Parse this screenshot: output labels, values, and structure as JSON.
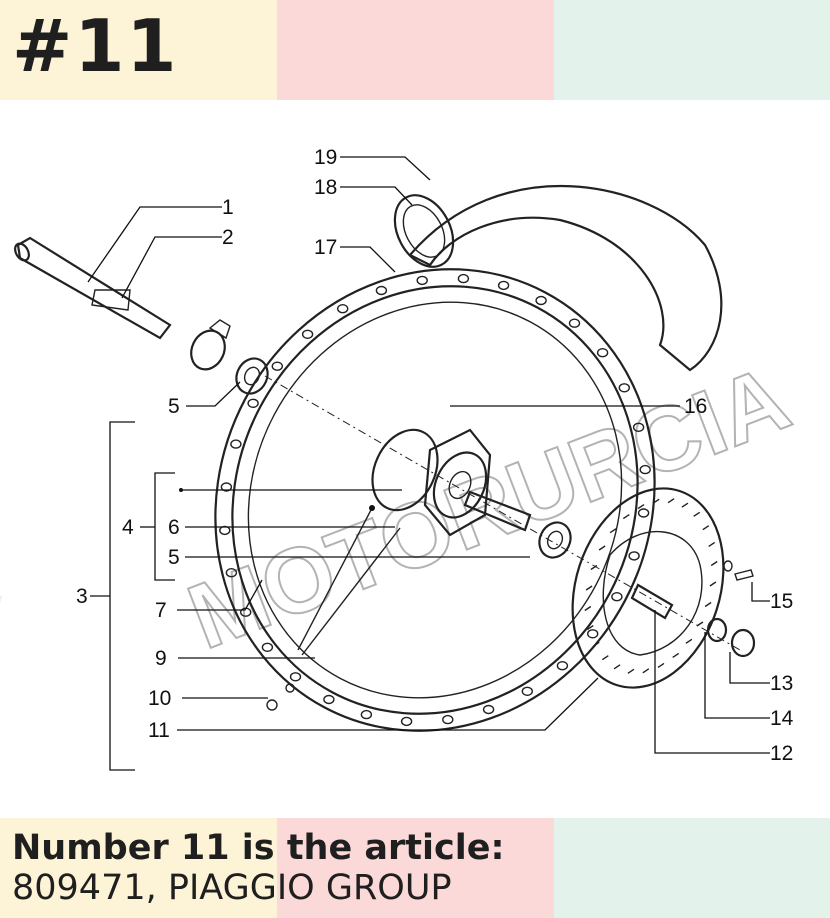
{
  "colors": {
    "band_yellow": "#fdf4d7",
    "band_pink": "#fcd9d9",
    "band_mint": "#e3f3ec"
  },
  "header": {
    "badge": "#11"
  },
  "caption": {
    "line1": "Number 11 is the article:",
    "line2": "809471, PIAGGIO GROUP"
  },
  "watermark": {
    "text": "MOTORURCIA"
  },
  "labels": [
    "1",
    "2",
    "3",
    "4",
    "5",
    "5",
    "6",
    "7",
    "9",
    "10",
    "11",
    "12",
    "13",
    "14",
    "15",
    "16",
    "17",
    "18",
    "19"
  ]
}
